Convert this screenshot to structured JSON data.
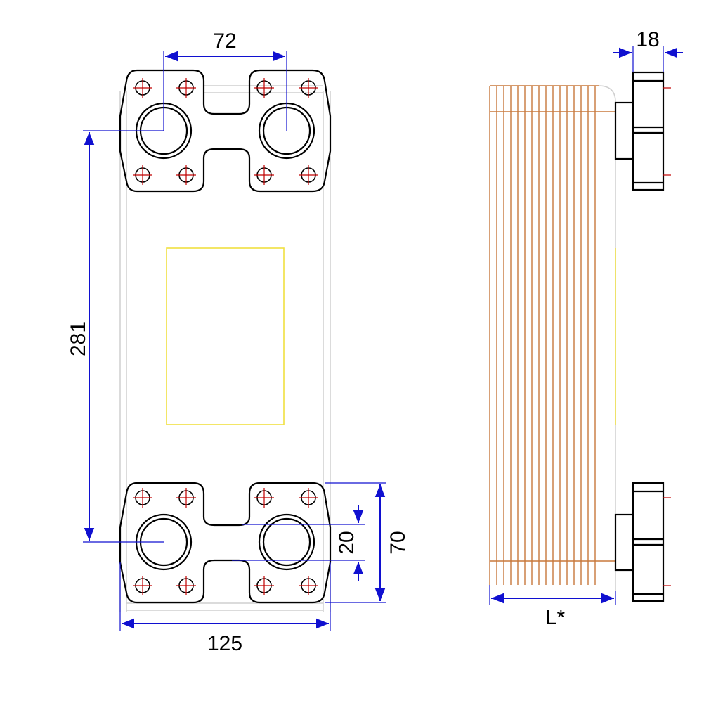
{
  "front_view": {
    "dim_port_spacing": "72",
    "dim_port_center_distance": "281",
    "dim_width": "125",
    "dim_connection_offset": "20",
    "dim_flange_height": "70"
  },
  "side_view": {
    "dim_flange_thickness": "18",
    "dim_length": "L*"
  },
  "colors": {
    "dimension": "#1010d0",
    "outline": "#000000",
    "bolt_center": "#c00000",
    "plate": "#c8783c",
    "label_area": "#f0e040",
    "body_edge": "#cfcfcf"
  }
}
